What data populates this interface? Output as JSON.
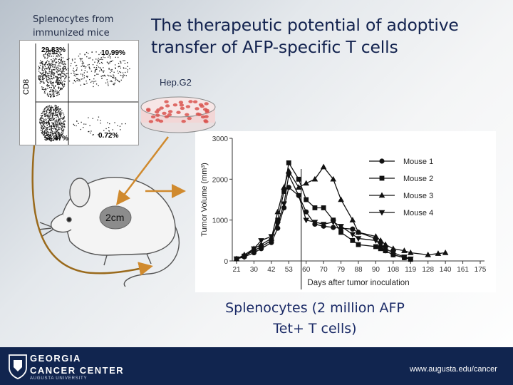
{
  "slide": {
    "top_left_label": "Splenocytes from immunized mice",
    "title": "The therapeutic potential of adoptive transfer of AFP-specific T cells",
    "dish_label": "Hep.G2",
    "scale_label": "2cm",
    "caption": "Splenocytes (2 million AFP Tet+ T cells)"
  },
  "flow_plot": {
    "ylabel": "CD8",
    "quadrants": {
      "top_left": "29.83%",
      "top_right": "10.99%",
      "bottom_left": "58.47%",
      "bottom_right": "0.72%"
    }
  },
  "footer": {
    "org_line1": "GEORGIA",
    "org_line2": "CANCER CENTER",
    "org_line3": "AUGUSTA UNIVERSITY",
    "url": "www.augusta.edu/cancer"
  },
  "colors": {
    "footer_bg": "#11254f",
    "arrow": "#d08a2e",
    "arrow_dark": "#8a5a12",
    "title": "#12224e",
    "caption": "#1a2a66"
  },
  "chart_data": {
    "type": "line",
    "xlabel": "Days after tumor inoculation",
    "ylabel": "Tumor Volume (mm³)",
    "ylim": [
      0,
      3000
    ],
    "yticks": [
      0,
      1000,
      2000,
      3000
    ],
    "xticks": [
      21,
      30,
      42,
      53,
      60,
      70,
      79,
      88,
      90,
      108,
      119,
      128,
      140,
      161,
      175
    ],
    "legend_position": "top-right",
    "series": [
      {
        "name": "Mouse 1",
        "marker": "circle",
        "x": [
          21,
          25,
          30,
          35,
          42,
          46,
          50,
          53,
          57,
          60,
          65,
          70,
          75,
          79,
          85,
          88,
          90,
          95,
          100,
          108,
          115,
          119
        ],
        "y": [
          50,
          100,
          200,
          300,
          450,
          800,
          1300,
          1800,
          1600,
          1200,
          900,
          850,
          820,
          800,
          780,
          700,
          550,
          350,
          250,
          150,
          80,
          40
        ]
      },
      {
        "name": "Mouse 2",
        "marker": "square",
        "x": [
          21,
          25,
          30,
          35,
          42,
          46,
          50,
          53,
          57,
          60,
          65,
          70,
          75,
          79,
          85,
          88,
          90,
          95,
          100,
          108,
          115,
          119
        ],
        "y": [
          50,
          120,
          250,
          350,
          500,
          1000,
          1700,
          2400,
          2000,
          1500,
          1300,
          1300,
          1000,
          700,
          500,
          400,
          350,
          300,
          250,
          150,
          80,
          40
        ]
      },
      {
        "name": "Mouse 3",
        "marker": "triangle-up",
        "x": [
          21,
          25,
          30,
          35,
          42,
          46,
          50,
          53,
          57,
          60,
          65,
          70,
          75,
          79,
          85,
          88,
          90,
          95,
          100,
          108,
          115,
          119,
          128,
          135,
          140
        ],
        "y": [
          50,
          150,
          300,
          400,
          550,
          1200,
          1800,
          2200,
          1800,
          1900,
          2000,
          2300,
          2000,
          1500,
          1000,
          700,
          600,
          500,
          400,
          300,
          250,
          200,
          150,
          180,
          200
        ]
      },
      {
        "name": "Mouse 4",
        "marker": "triangle-down",
        "x": [
          21,
          25,
          30,
          35,
          42,
          46,
          50,
          53,
          57,
          60,
          65,
          70,
          75,
          79,
          85,
          88,
          90,
          95,
          100,
          108,
          115,
          119
        ],
        "y": [
          50,
          100,
          300,
          500,
          600,
          900,
          1400,
          2100,
          1600,
          1000,
          950,
          900,
          950,
          850,
          650,
          550,
          500,
          400,
          300,
          200,
          100,
          50
        ]
      }
    ]
  }
}
